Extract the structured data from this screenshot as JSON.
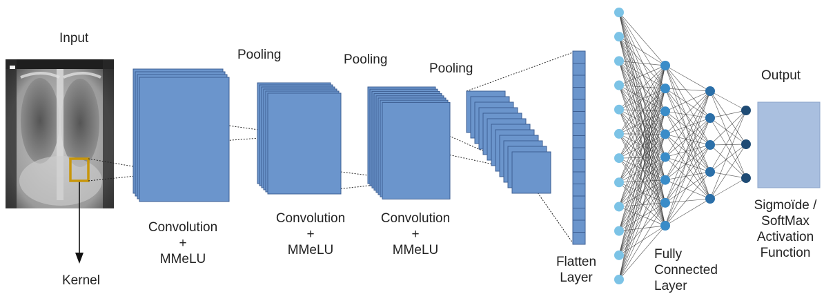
{
  "labels": {
    "input": "Input",
    "kernel": "Kernel",
    "pooling_1": "Pooling",
    "pooling_2": "Pooling",
    "pooling_3": "Pooling",
    "conv_1": [
      "Convolution",
      "+",
      "MMeLU"
    ],
    "conv_2": [
      "Convolution",
      "+",
      "MMeLU"
    ],
    "conv_3": [
      "Convolution",
      "+",
      "MMeLU"
    ],
    "flatten": [
      "Flatten",
      "Layer"
    ],
    "fully_connected": [
      "Fully",
      "Connected",
      "Layer"
    ],
    "output": "Output",
    "activation": [
      "Sigmoïde /",
      "SoftMax",
      "Activation",
      "Function"
    ]
  },
  "network": {
    "flatten_layer_units": 16,
    "input_layer_neurons": 12,
    "hidden_layer_1_neurons": 8,
    "hidden_layer_2_neurons": 5,
    "output_neurons": 3
  },
  "colors": {
    "feature_map": "#6b95cc",
    "feature_map_edge": "#3e5f93",
    "kernel_box": "#c8960a",
    "neuron_light": "#7cc3e6",
    "neuron_mid": "#3a8cc8",
    "neuron_dark": "#1f4b74",
    "output_box": "#a9bfdf"
  }
}
